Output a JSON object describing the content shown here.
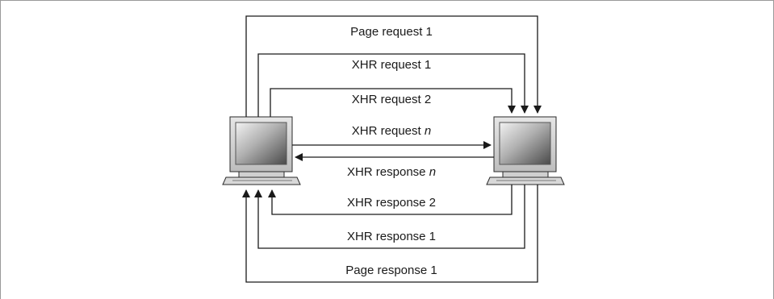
{
  "diagram": {
    "messages": {
      "page_request_1": "Page request 1",
      "xhr_request_1": "XHR request 1",
      "xhr_request_2": "XHR request 2",
      "xhr_request_n_prefix": "XHR request ",
      "xhr_request_n_suffix": "n",
      "xhr_response_n_prefix": "XHR response ",
      "xhr_response_n_suffix": "n",
      "xhr_response_2": "XHR response 2",
      "xhr_response_1": "XHR response 1",
      "page_response_1": "Page response 1"
    },
    "icons": {
      "client": "desktop-computer-icon",
      "server": "desktop-computer-icon"
    },
    "colors": {
      "line": "#1a1a1a",
      "frame": "#9a9a9a"
    }
  }
}
